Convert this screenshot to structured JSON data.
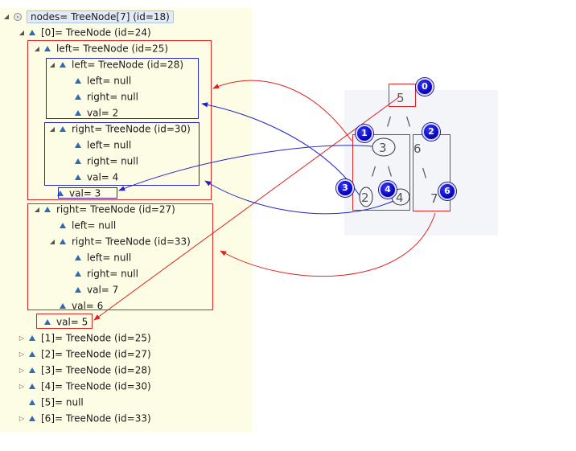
{
  "tree": {
    "rows": [
      {
        "id": "root",
        "text": "nodes= TreeNode[7]  (id=18)"
      },
      {
        "id": "n0",
        "text": "[0]= TreeNode  (id=24)"
      },
      {
        "id": "n0-left",
        "text": "left= TreeNode  (id=25)"
      },
      {
        "id": "n0-left-left",
        "text": "left= TreeNode  (id=28)"
      },
      {
        "id": "n0-left-left-left",
        "text": "left= null"
      },
      {
        "id": "n0-left-left-right",
        "text": "right= null"
      },
      {
        "id": "n0-left-left-val",
        "text": "val= 2"
      },
      {
        "id": "n0-left-right",
        "text": "right= TreeNode  (id=30)"
      },
      {
        "id": "n0-left-right-left",
        "text": "left= null"
      },
      {
        "id": "n0-left-right-right",
        "text": "right= null"
      },
      {
        "id": "n0-left-right-val",
        "text": "val= 4"
      },
      {
        "id": "n0-left-val",
        "text": "val= 3"
      },
      {
        "id": "n0-right",
        "text": "right= TreeNode  (id=27)"
      },
      {
        "id": "n0-right-left",
        "text": "left= null"
      },
      {
        "id": "n0-right-right",
        "text": "right= TreeNode  (id=33)"
      },
      {
        "id": "n0-right-right-left",
        "text": "left= null"
      },
      {
        "id": "n0-right-right-right",
        "text": "right= null"
      },
      {
        "id": "n0-right-right-val",
        "text": "val= 7"
      },
      {
        "id": "n0-right-val",
        "text": "val= 6"
      },
      {
        "id": "n0-val",
        "text": "val= 5"
      },
      {
        "id": "n1",
        "text": "[1]= TreeNode  (id=25)"
      },
      {
        "id": "n2",
        "text": "[2]= TreeNode  (id=27)"
      },
      {
        "id": "n3",
        "text": "[3]= TreeNode  (id=28)"
      },
      {
        "id": "n4",
        "text": "[4]= TreeNode  (id=30)"
      },
      {
        "id": "n5",
        "text": "[5]= null"
      },
      {
        "id": "n6",
        "text": "[6]= TreeNode  (id=33)"
      }
    ]
  },
  "graph": {
    "nodes": [
      "5",
      "3",
      "6",
      "2",
      "4",
      "7"
    ],
    "edges": [
      "/",
      "\\",
      "/",
      "\\",
      "\\"
    ],
    "badges": [
      "0",
      "1",
      "2",
      "3",
      "4",
      "6"
    ]
  },
  "colors": {
    "tree_background": "#fdfde6",
    "graph_background": "#f3f5f8",
    "red": "#e02222",
    "blue": "#2323c8",
    "badge": "#0000c8"
  }
}
